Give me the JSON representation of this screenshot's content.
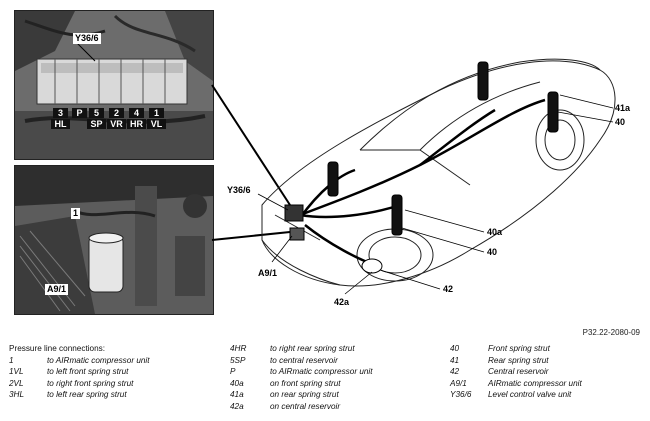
{
  "figure": {
    "photo_top": {
      "connector_label": "Y36/6",
      "ports": [
        {
          "number": "3",
          "name": "HL"
        },
        {
          "number": "P",
          "name": ""
        },
        {
          "number": "5",
          "name": "SP"
        },
        {
          "number": "2",
          "name": "VR"
        },
        {
          "number": "4",
          "name": "HR"
        },
        {
          "number": "1",
          "name": "VL"
        }
      ]
    },
    "photo_bottom": {
      "label_port": "1",
      "label_unit": "A9/1"
    },
    "car_callouts": {
      "valve_unit": "Y36/6",
      "compressor": "A9/1",
      "reservoir_line": "42a",
      "reservoir": "42",
      "front_line": "40a",
      "front_strut": "40",
      "rear_line": "41a",
      "rear_strut": "40"
    },
    "reference_code": "P32.22-2080-09"
  },
  "legend": {
    "heading": "Pressure line connections:",
    "column1": [
      {
        "code": "1",
        "text": "to AIRmatic compressor unit"
      },
      {
        "code": "1VL",
        "text": "to left front spring strut"
      },
      {
        "code": "2VL",
        "text": "to right front spring strut"
      },
      {
        "code": "3HL",
        "text": "to left rear spring strut"
      }
    ],
    "column2": [
      {
        "code": "4HR",
        "text": "to right rear spring strut"
      },
      {
        "code": "5SP",
        "text": "to central reservoir"
      },
      {
        "code": "P",
        "text": "to AIRmatic compressor unit"
      },
      {
        "code": "40a",
        "text": "on front spring strut"
      },
      {
        "code": "41a",
        "text": "on rear spring strut"
      },
      {
        "code": "42a",
        "text": "on central reservoir"
      }
    ],
    "column3": [
      {
        "code": "40",
        "text": "Front spring strut"
      },
      {
        "code": "41",
        "text": "Rear spring strut"
      },
      {
        "code": "42",
        "text": "Central reservoir"
      },
      {
        "code": "A9/1",
        "text": "AIRmatic compressor unit"
      },
      {
        "code": "Y36/6",
        "text": "Level control valve unit"
      }
    ]
  }
}
